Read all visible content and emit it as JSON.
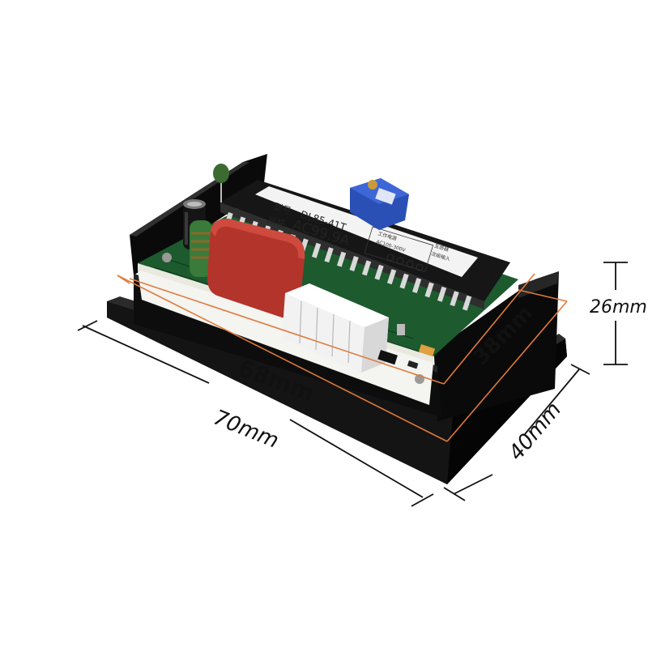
{
  "labels": {
    "model_prefix": "型号",
    "model": "DL85-41T",
    "spec_prefix": "规格",
    "spec": "AC99.9A",
    "supply_line1": "工作电源",
    "supply_line2": "AC100-300V",
    "input_line1": "互感器",
    "input_line2": "次级输入"
  },
  "dimensions": {
    "outer_length": "70mm",
    "inner_length": "68mm",
    "outer_width": "40mm",
    "inner_width": "38mm",
    "height": "26mm"
  },
  "colors": {
    "bezel": "#0a0a0a",
    "pcb": "#1d5a2e",
    "capacitor": "#b2342a",
    "connector": "#f2f2f2",
    "trimmer": "#2a4fb5",
    "guide_line": "#e07a3c",
    "dim_line": "#111111"
  }
}
